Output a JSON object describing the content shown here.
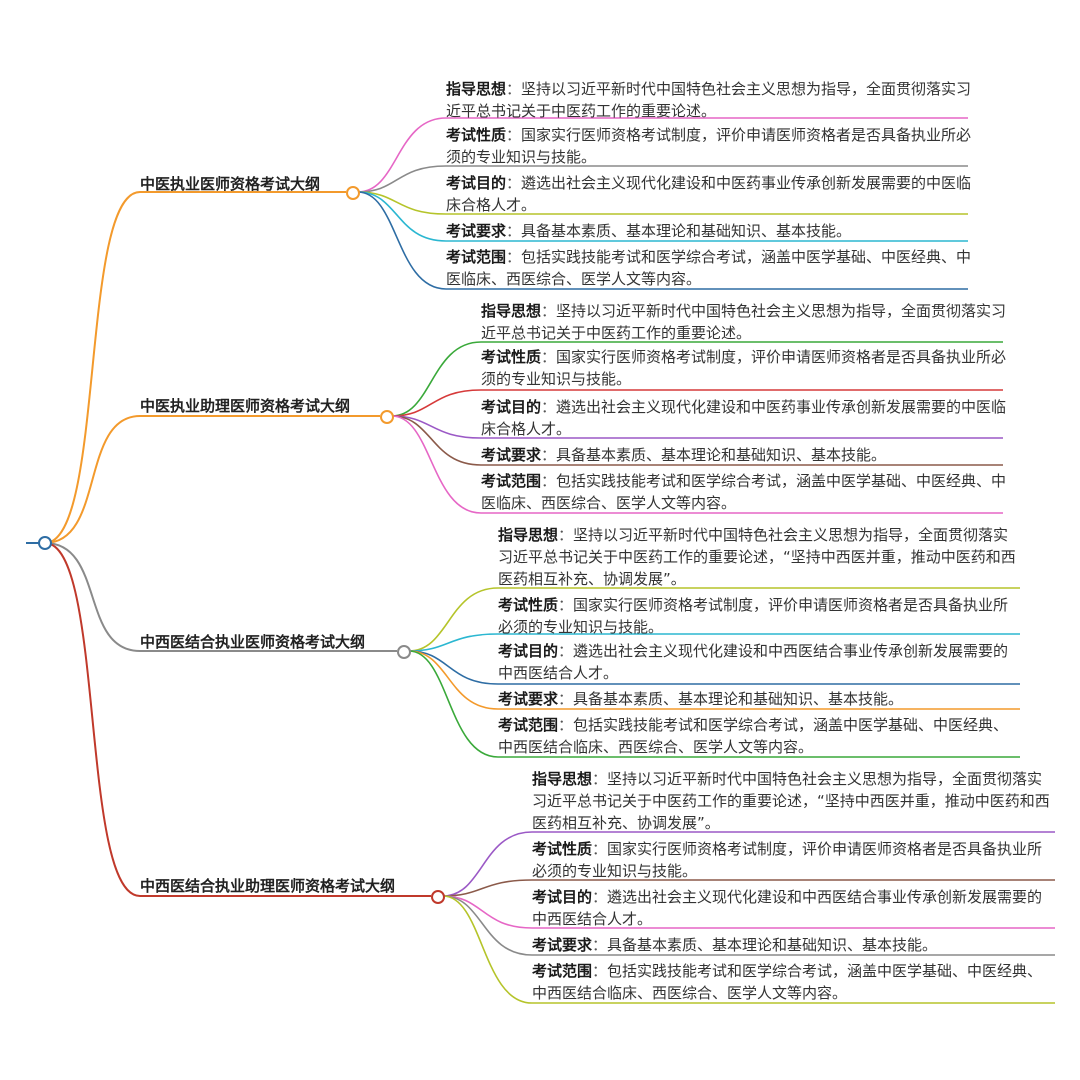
{
  "sep": "：",
  "branches": [
    {
      "title": "中医执业医师资格考试大纲",
      "color": "#f39a2c",
      "items": [
        {
          "key": "指导思想",
          "text": "坚持以习近平新时代中国特色社会主义思想为指导，全面贯彻落实习近平总书记关于中医药工作的重要论述。",
          "color": "#e667c6"
        },
        {
          "key": "考试性质",
          "text": "国家实行医师资格考试制度，评价申请医师资格者是否具备执业所必须的专业知识与技能。",
          "color": "#8a8a8a"
        },
        {
          "key": "考试目的",
          "text": "遴选出社会主义现代化建设和中医药事业传承创新发展需要的中医临床合格人才。",
          "color": "#b5c42a"
        },
        {
          "key": "考试要求",
          "text": "具备基本素质、基本理论和基础知识、基本技能。",
          "color": "#2bb7d1"
        },
        {
          "key": "考试范围",
          "text": "包括实践技能考试和医学综合考试，涵盖中医学基础、中医经典、中医临床、西医综合、医学人文等内容。",
          "color": "#2e6da4"
        }
      ]
    },
    {
      "title": "中医执业助理医师资格考试大纲",
      "color": "#f39a2c",
      "items": [
        {
          "key": "指导思想",
          "text": "坚持以习近平新时代中国特色社会主义思想为指导，全面贯彻落实习近平总书记关于中医药工作的重要论述。",
          "color": "#3aa93a"
        },
        {
          "key": "考试性质",
          "text": "国家实行医师资格考试制度，评价申请医师资格者是否具备执业所必须的专业知识与技能。",
          "color": "#d63a3a"
        },
        {
          "key": "考试目的",
          "text": "遴选出社会主义现代化建设和中医药事业传承创新发展需要的中医临床合格人才。",
          "color": "#9b59c6"
        },
        {
          "key": "考试要求",
          "text": "具备基本素质、基本理论和基础知识、基本技能。",
          "color": "#8b5a4a"
        },
        {
          "key": "考试范围",
          "text": "包括实践技能考试和医学综合考试，涵盖中医学基础、中医经典、中医临床、西医综合、医学人文等内容。",
          "color": "#e667c6"
        }
      ]
    },
    {
      "title": "中西医结合执业医师资格考试大纲",
      "color": "#8a8a8a",
      "items": [
        {
          "key": "指导思想",
          "text": "坚持以习近平新时代中国特色社会主义思想为指导，全面贯彻落实习近平总书记关于中医药工作的重要论述，“坚持中西医并重，推动中医药和西医药相互补充、协调发展”。",
          "color": "#b5c42a"
        },
        {
          "key": "考试性质",
          "text": "国家实行医师资格考试制度，评价申请医师资格者是否具备执业所必须的专业知识与技能。",
          "color": "#2bb7d1"
        },
        {
          "key": "考试目的",
          "text": "遴选出社会主义现代化建设和中西医结合事业传承创新发展需要的中西医结合人才。",
          "color": "#2e6da4"
        },
        {
          "key": "考试要求",
          "text": "具备基本素质、基本理论和基础知识、基本技能。",
          "color": "#f39a2c"
        },
        {
          "key": "考试范围",
          "text": "包括实践技能考试和医学综合考试，涵盖中医学基础、中医经典、中西医结合临床、西医综合、医学人文等内容。",
          "color": "#3aa93a"
        }
      ]
    },
    {
      "title": "中西医结合执业助理医师资格考试大纲",
      "color": "#c0392b",
      "items": [
        {
          "key": "指导思想",
          "text": "坚持以习近平新时代中国特色社会主义思想为指导，全面贯彻落实习近平总书记关于中医药工作的重要论述，“坚持中西医并重，推动中医药和西医药相互补充、协调发展”。",
          "color": "#9b59c6"
        },
        {
          "key": "考试性质",
          "text": "国家实行医师资格考试制度，评价申请医师资格者是否具备执业所必须的专业知识与技能。",
          "color": "#8b5a4a"
        },
        {
          "key": "考试目的",
          "text": "遴选出社会主义现代化建设和中西医结合事业传承创新发展需要的中西医结合人才。",
          "color": "#e667c6"
        },
        {
          "key": "考试要求",
          "text": "具备基本素质、基本理论和基础知识、基本技能。",
          "color": "#8a8a8a"
        },
        {
          "key": "考试范围",
          "text": "包括实践技能考试和医学综合考试，涵盖中医学基础、中医经典、中西医结合临床、西医综合、医学人文等内容。",
          "color": "#b5c42a"
        }
      ]
    }
  ]
}
